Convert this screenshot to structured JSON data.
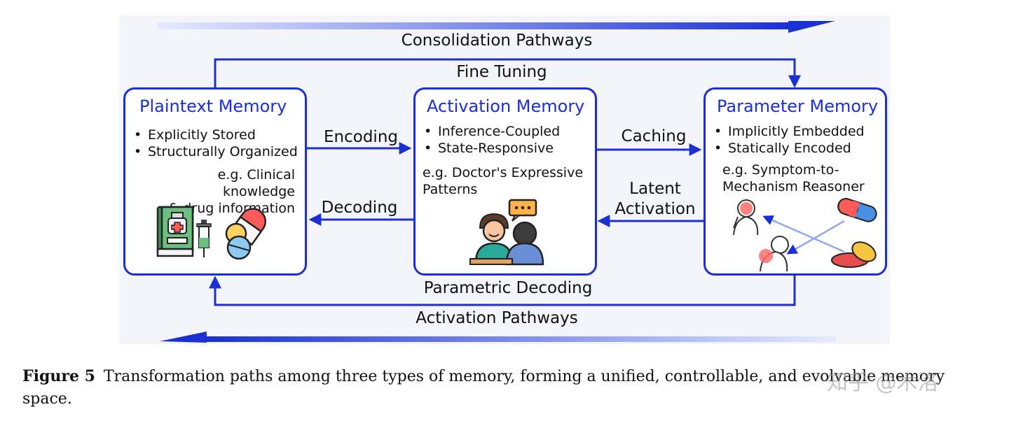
{
  "diagram": {
    "top_pathway_label": "Consolidation Pathways",
    "bottom_pathway_label": "Activation Pathways",
    "edges": {
      "fine_tuning": "Fine Tuning",
      "encoding": "Encoding",
      "decoding": "Decoding",
      "caching": "Caching",
      "latent_activation": "Latent\nActivation",
      "parametric_decoding": "Parametric Decoding"
    },
    "nodes": {
      "plaintext": {
        "title": "Plaintext Memory",
        "bullets": [
          "Explicitly Stored",
          "Structurally Organized"
        ],
        "example": "e.g. Clinical knowledge\n& drug information"
      },
      "activation": {
        "title": "Activation Memory",
        "bullets": [
          "Inference-Coupled",
          "State-Responsive"
        ],
        "example": "e.g. Doctor's Expressive\nPatterns"
      },
      "parameter": {
        "title": "Parameter Memory",
        "bullets": [
          "Implicitly Embedded",
          "Statically Encoded"
        ],
        "example": "e.g. Symptom-to-\nMechanism Reasoner"
      }
    },
    "colors": {
      "accent": "#1a2fd6",
      "panel": "#f3f5fa"
    },
    "icons": [
      "medical-book-icon",
      "syringe-icon",
      "pills-icon",
      "doctor-patient-icon",
      "speech-bubble-icon",
      "pain-figure-icon",
      "capsule-icon"
    ]
  },
  "caption": {
    "label": "Figure 5",
    "text": "Transformation paths among three types of memory, forming a unified, controllable, and evolvable memory space."
  },
  "watermark": "知乎 @木洛"
}
